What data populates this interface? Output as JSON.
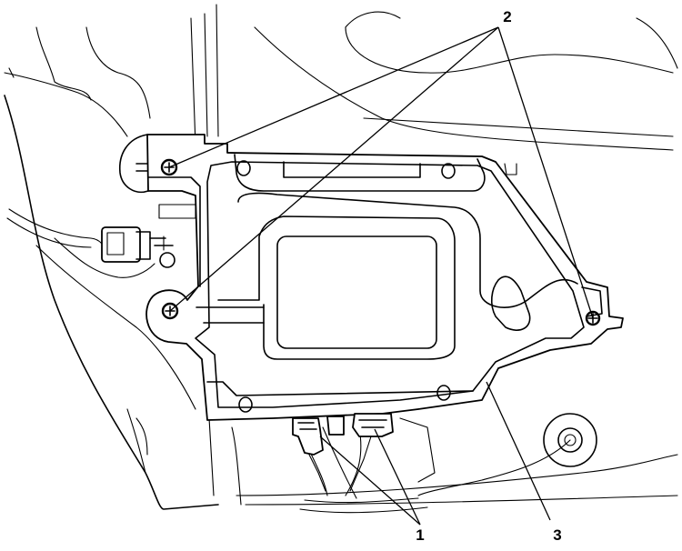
{
  "callouts": {
    "screws": "2",
    "connectors": "1",
    "control_module": "3"
  }
}
